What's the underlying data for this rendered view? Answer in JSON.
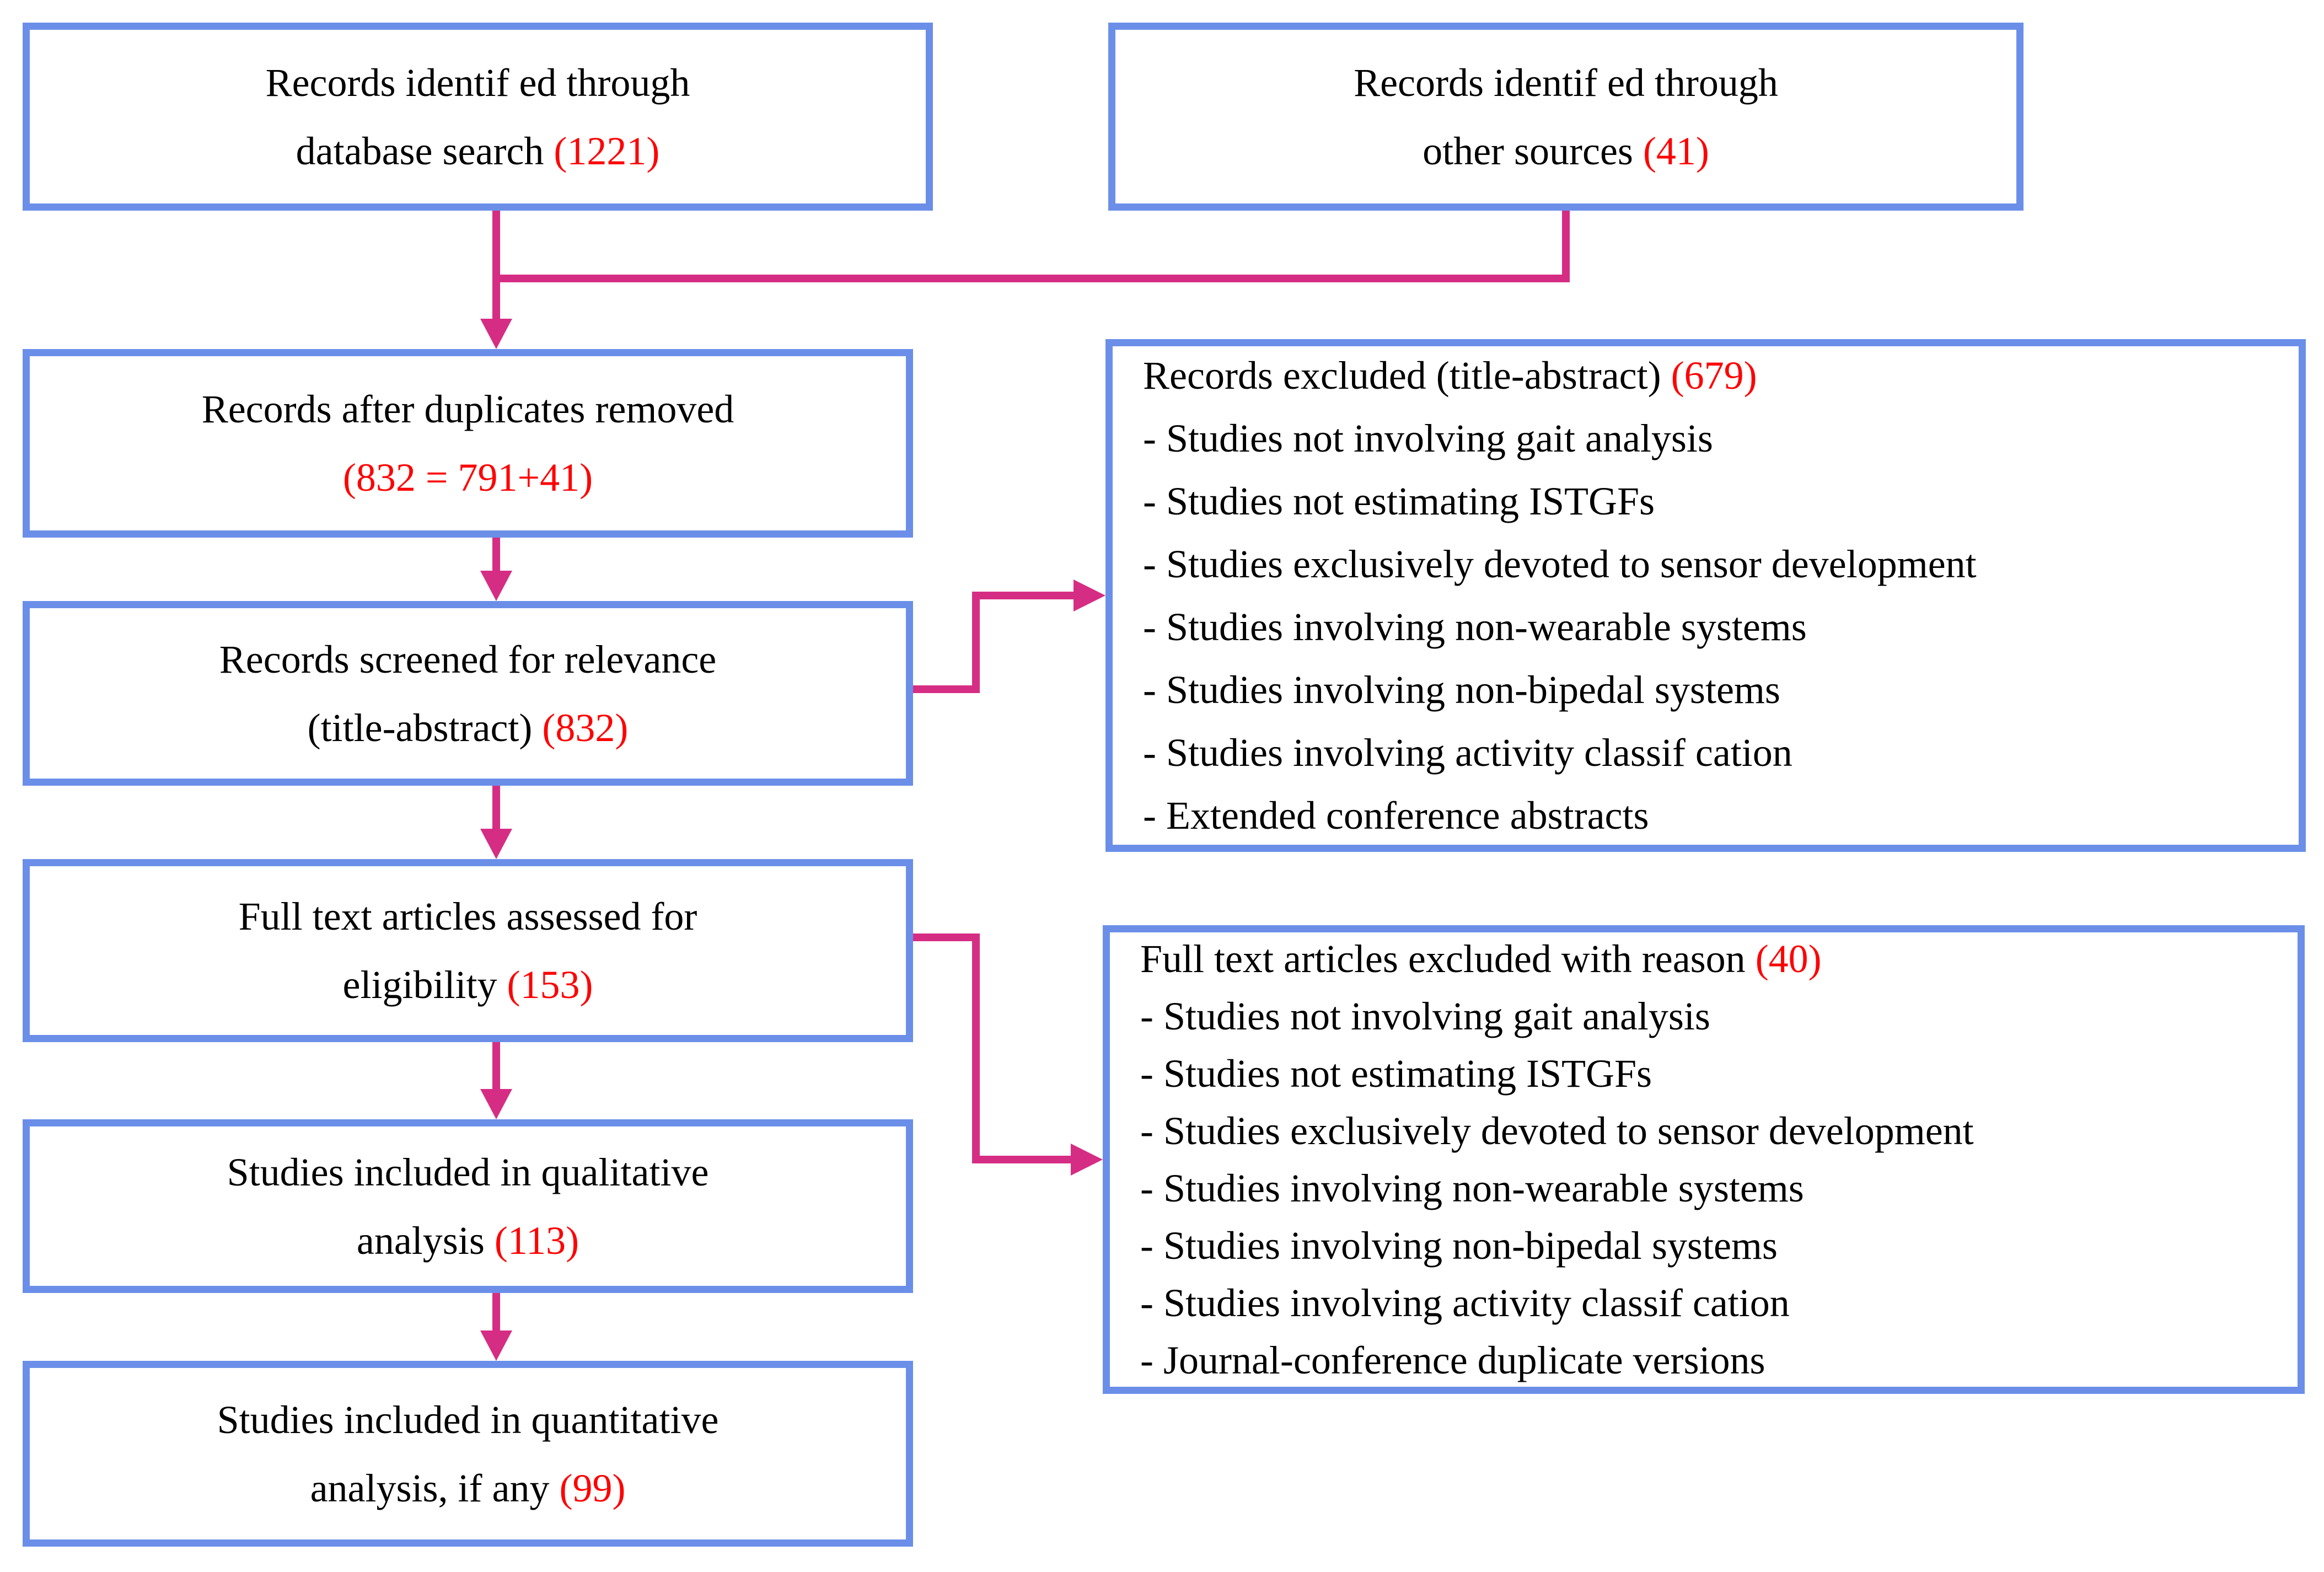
{
  "colors": {
    "box_border": "#6b8fe8",
    "arrow": "#d62d84",
    "count_text": "#fe0000",
    "body_text": "#000000",
    "background": "#ffffff"
  },
  "boxes": {
    "db_search": {
      "line1": "Records identif ed through",
      "line2_text": "database search ",
      "count": "(1221)"
    },
    "other_sources": {
      "line1": "Records identif ed through",
      "line2_text": "other sources ",
      "count": "(41)"
    },
    "duplicates_removed": {
      "line1": "Records after duplicates removed",
      "count": "(832 = 791+41)"
    },
    "screened": {
      "line1": "Records screened for relevance",
      "line2_text": "(title-abstract) ",
      "count": "(832)"
    },
    "full_text_assessed": {
      "line1": "Full text articles assessed for",
      "line2_text": "eligibility ",
      "count": "(153)"
    },
    "qualitative": {
      "line1": "Studies included in qualitative",
      "line2_text": "analysis ",
      "count": "(113)"
    },
    "quantitative": {
      "line1": "Studies included in quantitative",
      "line2_text": "analysis, if any ",
      "count": "(99)"
    },
    "excluded_screening": {
      "title_text": "Records excluded (title-abstract) ",
      "count": "(679)",
      "reasons": [
        "- Studies not involving gait analysis",
        "- Studies not estimating ISTGFs",
        "- Studies exclusively devoted to sensor development",
        "- Studies involving non-wearable systems",
        "- Studies involving non-bipedal systems",
        "- Studies involving activity classif cation",
        "- Extended conference abstracts"
      ]
    },
    "excluded_fulltext": {
      "title_text": "Full text articles excluded with reason ",
      "count": "(40)",
      "reasons": [
        "- Studies not involving gait analysis",
        "- Studies not estimating ISTGFs",
        "- Studies exclusively devoted to sensor development",
        "- Studies involving non-wearable systems",
        "- Studies involving non-bipedal systems",
        "- Studies involving activity classif cation",
        "- Journal-conference duplicate versions"
      ]
    }
  }
}
